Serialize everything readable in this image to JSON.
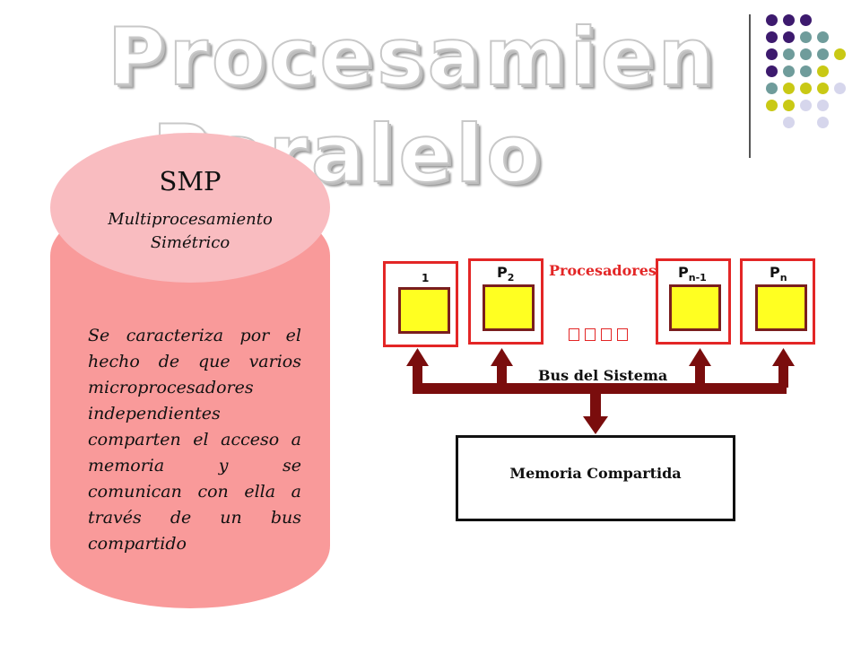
{
  "slide": {
    "title_line1": "Procesamien",
    "title_line2": "Paralelo"
  },
  "colors": {
    "purple": "#3d1a6e",
    "teal": "#6f9c9b",
    "yellow_green": "#c9c915",
    "lavender": "#d6d6ec",
    "cylinder_body": "#f99a9a",
    "cylinder_top": "#f9bcc0",
    "box_border": "#e32626",
    "chip": "#ffff21",
    "bus": "#7a0d0d"
  },
  "smp": {
    "title": "SMP",
    "subtitle_line1": "Multiprocesamiento",
    "subtitle_line2": "Simétrico",
    "description": "Se caracteriza por el hecho de que varios microprocesadores independientes comparten el acceso a memoria y se comunican con ella a través de un bus compartido"
  },
  "diagram": {
    "processors": [
      {
        "label": "1",
        "sub": ""
      },
      {
        "label": "P",
        "sub": "2"
      },
      {
        "label": "P",
        "sub": "n-1"
      },
      {
        "label": "P",
        "sub": "n"
      }
    ],
    "procesadores_label": "Procesadores",
    "bus_label": "Bus del Sistema",
    "memory_label": "Memoria Compartida"
  }
}
